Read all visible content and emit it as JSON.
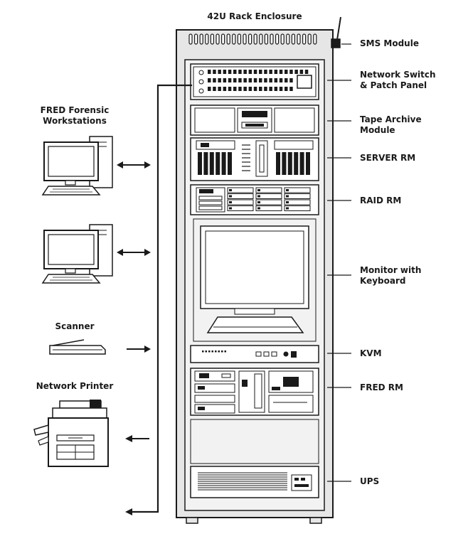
{
  "title": "42U Rack Enclosure",
  "rack_labels": {
    "sms": "SMS Module",
    "switch": "Network Switch\n& Patch Panel",
    "tape": "Tape Archive\nModule",
    "server": "SERVER RM",
    "raid": "RAID RM",
    "monitor": "Monitor with\nKeyboard",
    "kvm": "KVM",
    "fred_rm": "FRED RM",
    "ups": "UPS"
  },
  "device_labels": {
    "workstations": "FRED Forensic\nWorkstations",
    "scanner": "Scanner",
    "printer": "Network Printer"
  }
}
